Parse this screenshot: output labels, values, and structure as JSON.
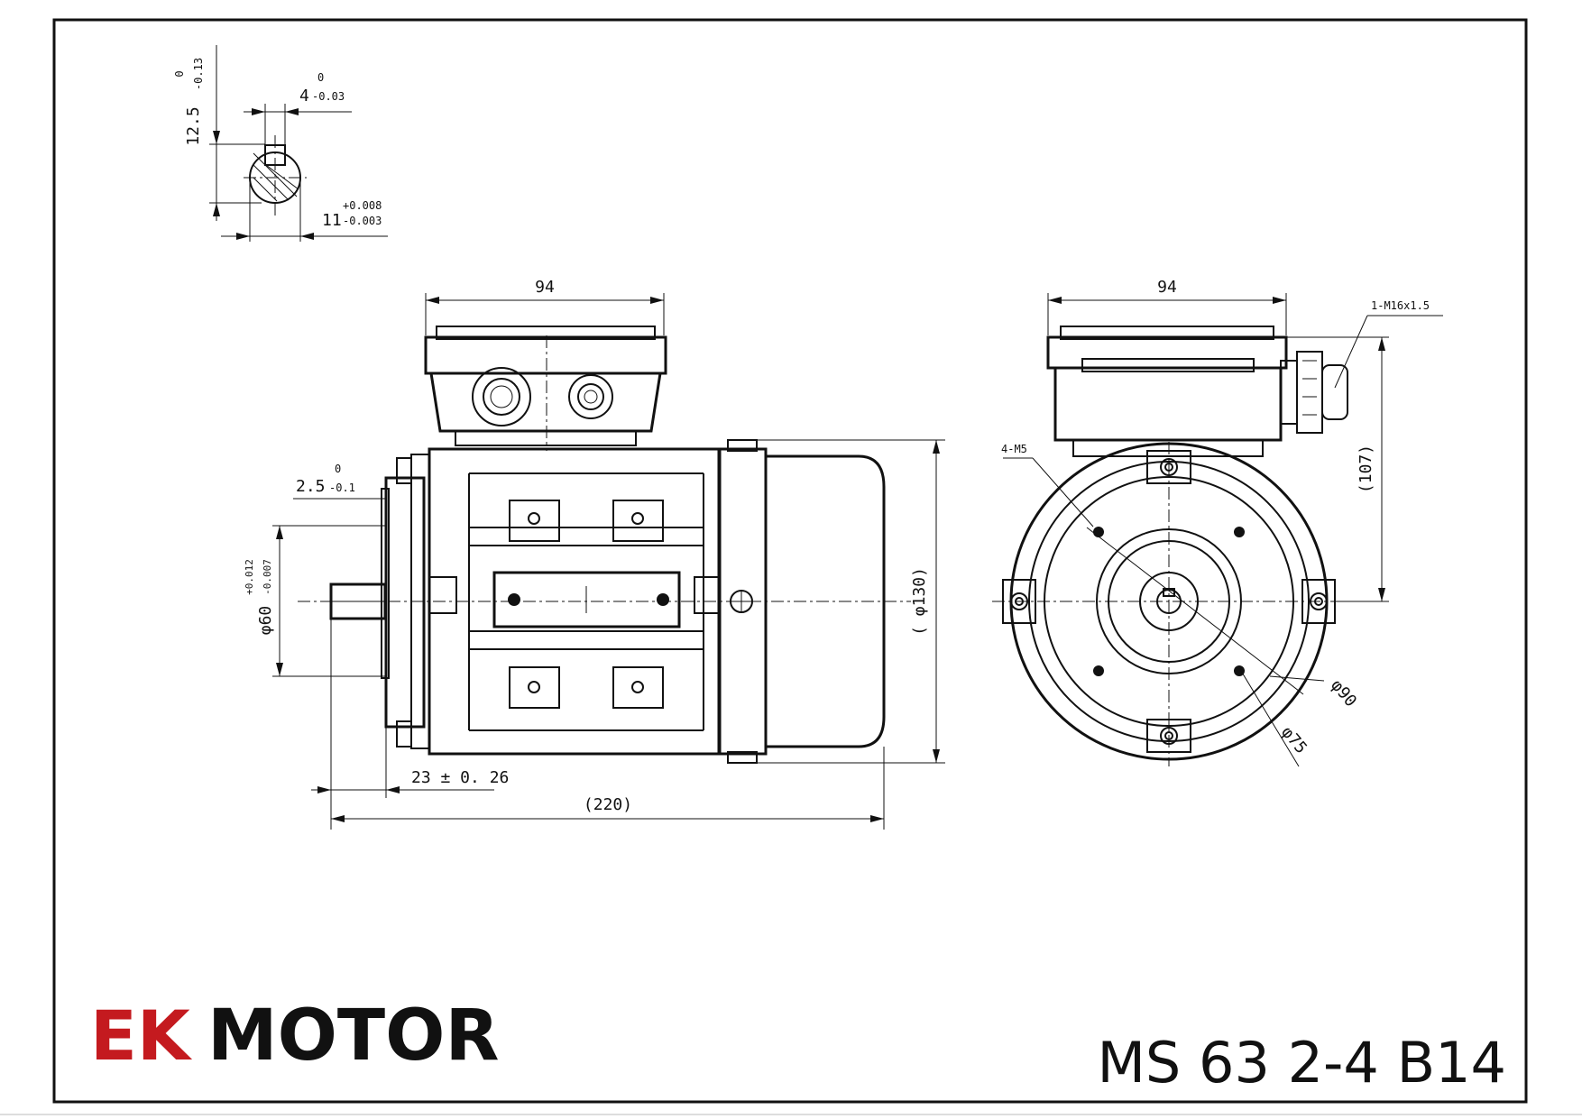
{
  "shaft_section": {
    "height_value": "12.5",
    "height_tol_upper": "0",
    "height_tol_lower": "-0.13",
    "key_width_value": "4",
    "key_width_tol_upper": "0",
    "key_width_tol_lower": "-0.03",
    "diameter_value": "11",
    "diameter_tol_upper": "+0.008",
    "diameter_tol_lower": "-0.003"
  },
  "side_view": {
    "box_width": "94",
    "flange_spigot_value": "2.5",
    "flange_spigot_tol_upper": "0",
    "flange_spigot_tol_lower": "-0.1",
    "spigot_diameter_value": "φ60",
    "spigot_diameter_tol_upper": "+0.012",
    "spigot_diameter_tol_lower": "-0.007",
    "shaft_length": "23 ± 0. 26",
    "overall_length": "(220)",
    "body_diameter": "( φ130)"
  },
  "end_view": {
    "box_width": "94",
    "cable_gland": "1-M16x1.5",
    "height": "(107)",
    "flange_holes": "4-M5",
    "pcd": "φ90",
    "spigot": "φ75"
  },
  "logo": {
    "ek": "EK",
    "brand": "MOTOR",
    "ek_color": "#c41a1f"
  },
  "model_name": "MS 63 2-4 B14"
}
